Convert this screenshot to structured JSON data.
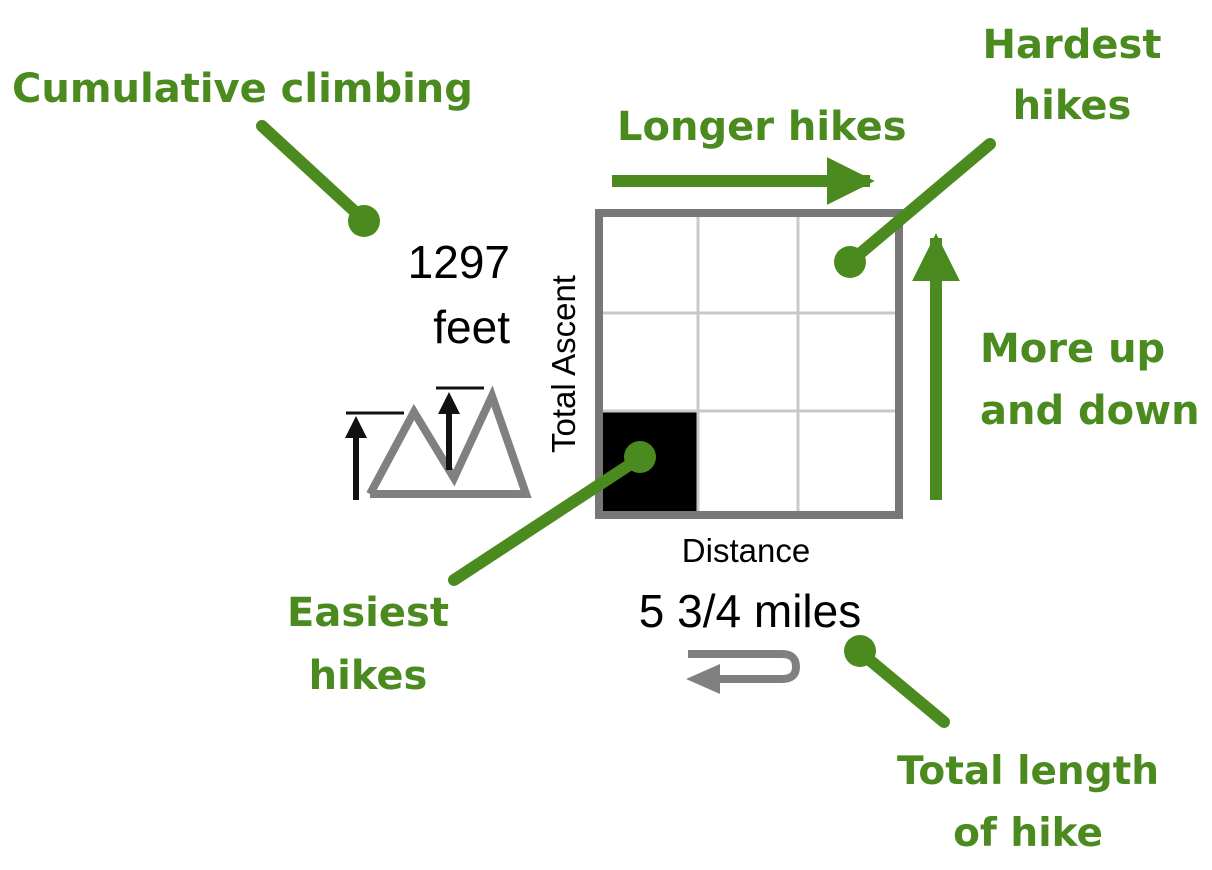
{
  "annotations": {
    "cumulative_climbing": "Cumulative climbing",
    "longer_hikes": "Longer hikes",
    "hardest_line1": "Hardest",
    "hardest_line2": "hikes",
    "more_up_line1": "More up",
    "more_up_line2": "and down",
    "easiest_line1": "Easiest",
    "easiest_line2": "hikes",
    "total_length_line1": "Total length",
    "total_length_line2": "of hike"
  },
  "ascent": {
    "value": "1297",
    "unit": "feet",
    "axis_label": "Total Ascent"
  },
  "distance": {
    "value": "5 3/4 miles",
    "axis_label": "Distance"
  },
  "grid": {
    "rows": 3,
    "cols": 3,
    "filled_cell": {
      "row": 2,
      "col": 0
    }
  },
  "colors": {
    "annotation_green": "#4a8a1f",
    "grid_border": "#777777",
    "grid_lines": "#c8c8c8",
    "filled_cell": "#000000",
    "icon_gray": "#808080"
  }
}
